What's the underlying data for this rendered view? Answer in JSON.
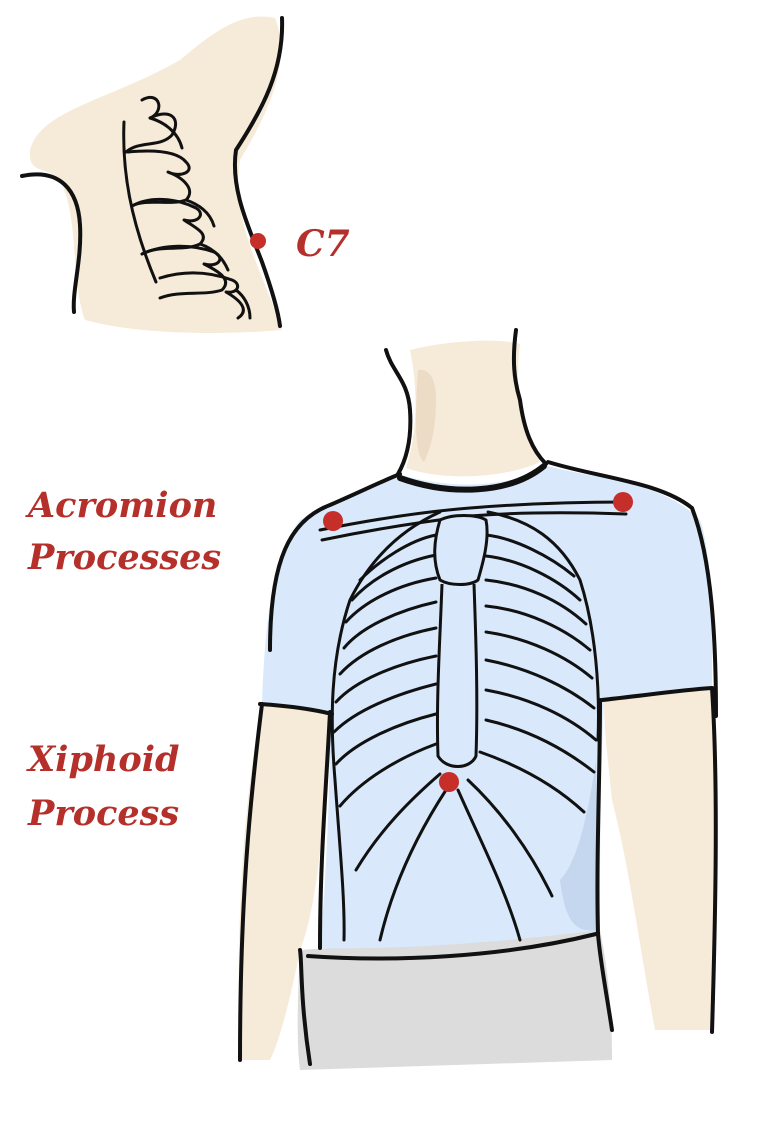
{
  "labels": {
    "c7": "C7",
    "acromion_line1": "Acromion",
    "acromion_line2": "Processes",
    "xiphoid_line1": "Xiphoid",
    "xiphoid_line2": "Process"
  },
  "colors": {
    "label": "#b5302a",
    "marker": "#c62e2a",
    "skin": "#f6ead8",
    "skin_shadow": "#ecdcc6",
    "shirt": "#d9e9fb",
    "shirt_shadow": "#c4d7ee",
    "pants": "#dcdcdc",
    "ink": "#111111"
  },
  "icons": {
    "neck_spine": "neck-spine-illustration",
    "torso": "torso-ribcage-illustration",
    "marker": "landmark-dot"
  }
}
